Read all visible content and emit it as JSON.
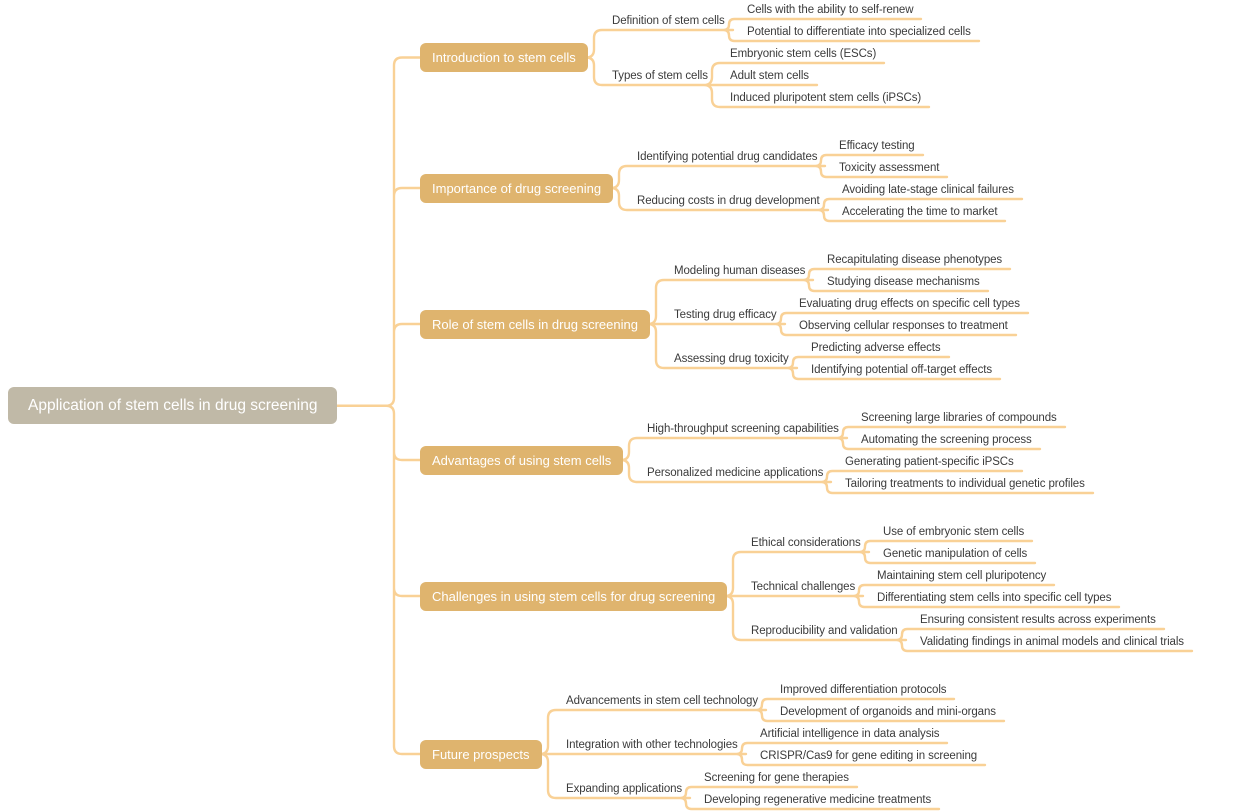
{
  "colors": {
    "background": "#FFFFFF",
    "link_line": "#F9D196",
    "root_box_fill": "#C0B9A7",
    "branch_box_fill": "#DFB46E",
    "box_text": "#FFFFFF",
    "node_text": "#3B3B3B"
  },
  "mindmap": {
    "root": "Application of stem cells in drug screening",
    "branches": [
      {
        "label": "Introduction to stem cells",
        "children": [
          {
            "label": "Definition of stem cells",
            "children": [
              "Cells with the ability to self-renew",
              "Potential to differentiate into specialized cells"
            ]
          },
          {
            "label": "Types of stem cells",
            "children": [
              "Embryonic stem cells (ESCs)",
              "Adult stem cells",
              "Induced pluripotent stem cells (iPSCs)"
            ]
          }
        ]
      },
      {
        "label": "Importance of drug screening",
        "children": [
          {
            "label": "Identifying potential drug candidates",
            "children": [
              "Efficacy testing",
              "Toxicity assessment"
            ]
          },
          {
            "label": "Reducing costs in drug development",
            "children": [
              "Avoiding late-stage clinical failures",
              "Accelerating the time to market"
            ]
          }
        ]
      },
      {
        "label": "Role of stem cells in drug screening",
        "children": [
          {
            "label": "Modeling human diseases",
            "children": [
              "Recapitulating disease phenotypes",
              "Studying disease mechanisms"
            ]
          },
          {
            "label": "Testing drug efficacy",
            "children": [
              "Evaluating drug effects on specific cell types",
              "Observing cellular responses to treatment"
            ]
          },
          {
            "label": "Assessing drug toxicity",
            "children": [
              "Predicting adverse effects",
              "Identifying potential off-target effects"
            ]
          }
        ]
      },
      {
        "label": "Advantages of using stem cells",
        "children": [
          {
            "label": "High-throughput screening capabilities",
            "children": [
              "Screening large libraries of compounds",
              "Automating the screening process"
            ]
          },
          {
            "label": "Personalized medicine applications",
            "children": [
              "Generating patient-specific iPSCs",
              "Tailoring treatments to individual genetic profiles"
            ]
          }
        ]
      },
      {
        "label": "Challenges in using stem cells for drug screening",
        "children": [
          {
            "label": "Ethical considerations",
            "children": [
              "Use of embryonic stem cells",
              "Genetic manipulation of cells"
            ]
          },
          {
            "label": "Technical challenges",
            "children": [
              "Maintaining stem cell pluripotency",
              "Differentiating stem cells into specific cell types"
            ]
          },
          {
            "label": "Reproducibility and validation",
            "children": [
              "Ensuring consistent results across experiments",
              "Validating findings in animal models and clinical trials"
            ]
          }
        ]
      },
      {
        "label": "Future prospects",
        "children": [
          {
            "label": "Advancements in stem cell technology",
            "children": [
              "Improved differentiation protocols",
              "Development of organoids and mini-organs"
            ]
          },
          {
            "label": "Integration with other technologies",
            "children": [
              "Artificial intelligence in data analysis",
              "CRISPR/Cas9 for gene editing in screening"
            ]
          },
          {
            "label": "Expanding applications",
            "children": [
              "Screening for gene therapies",
              "Developing regenerative medicine treatments"
            ]
          }
        ]
      }
    ]
  }
}
